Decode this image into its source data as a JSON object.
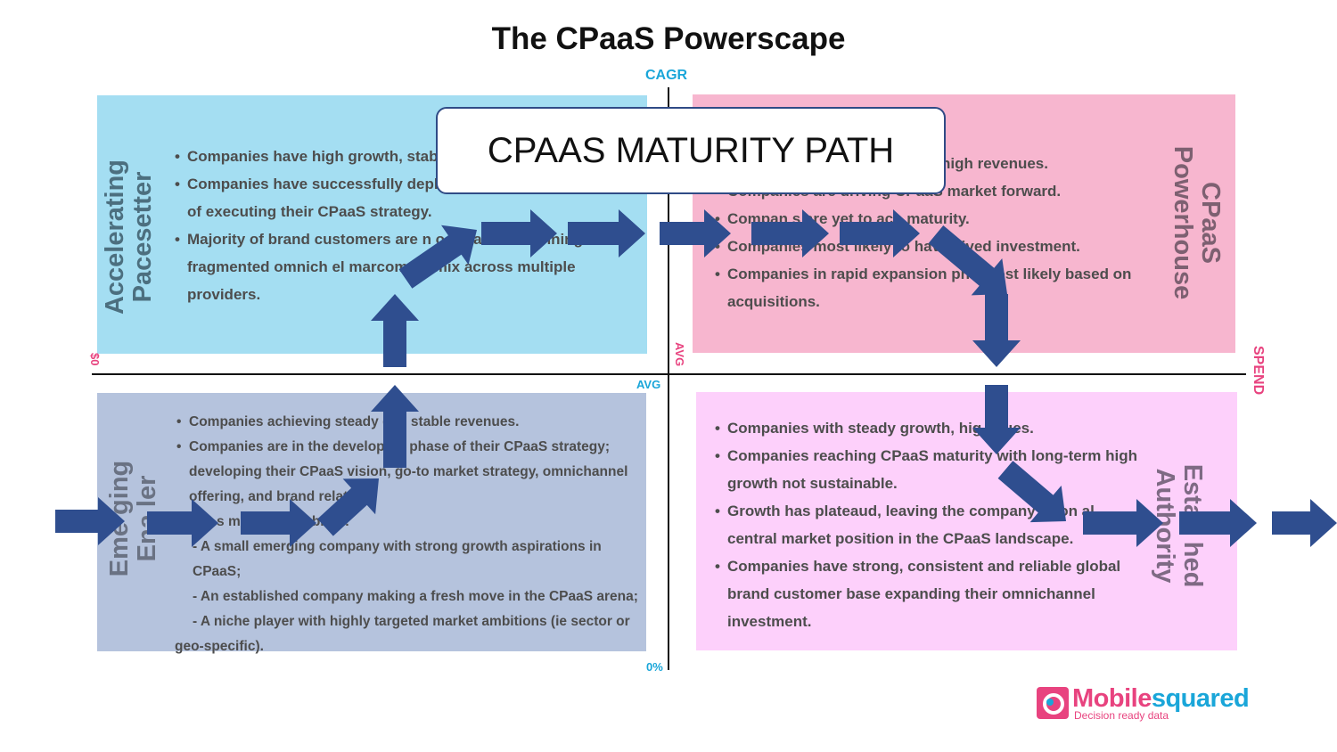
{
  "title": "The CPaaS Powerscape",
  "axes": {
    "top": "CAGR",
    "center_vertical": "AVG",
    "center_horizontal": "AVG",
    "bottom": "0%",
    "left": "$0",
    "right": "SPEND"
  },
  "banner": "CPAAS MATURITY PATH",
  "quadrants": {
    "top_left": {
      "name_line1": "Accelerating",
      "name_line2": "Pacesetter",
      "bullets": [
        "Companies have high growth, stab",
        "Companies have successfully depl platform, in the process of executing their CPaaS strategy.",
        "Majority of brand customers are n   o   O   aa   nd  st   running a fragmented omnich   el marcomms mix across multiple providers."
      ],
      "color": "#a4def2"
    },
    "top_right": {
      "name_line1": "CPaaS",
      "name_line2": "Powerhouse",
      "bullets": [
        "high revenues.",
        "Companies are driving CPaaS market forward.",
        "Compan   s are yet to   ach maturity.",
        "Companies most likely to hav   ceived investment.",
        "Companies in rapid expansion pha   most likely based on acquisitions."
      ],
      "color": "#f7b6cf"
    },
    "bottom_left": {
      "name_line1": "Eme   ging",
      "name_line2": "Ena   ler",
      "bullets": [
        "Companies achieving steady g   h, stable revenues.",
        "Companies are in the developm   t phase of their CPaaS strategy; developing their CPaaS vision, go-to market strategy, omnichannel offering, and brand relati   ps."
      ],
      "extra_line": "   e st        s      merging Enablers:",
      "sub_items": [
        "- A small emerging company with strong growth aspirations in CPaaS;",
        "- An established company making a fresh move in the CPaaS arena;",
        "- A niche player with highly targeted market ambitions (ie sector or"
      ],
      "tail": "geo-specific).",
      "color": "#b5c3dd"
    },
    "bottom_right": {
      "name_line1": "Estab   hed",
      "name_line2": "Authority",
      "bullets": [
        "Companies with steady growth, hig   enues.",
        "Companies reaching CPaaS maturity   with long-term high growth not sustainable.",
        "Growth has plateaud, leaving the company   stron   al central market position in the CPaaS landscape.",
        "Companies have strong, consistent and reliable global brand customer base expanding their omnichannel investment."
      ],
      "color": "#fdd0fb"
    }
  },
  "colors": {
    "arrow": "#2f4e8f",
    "axis_blue": "#1aa6d9",
    "axis_pink": "#e8437f",
    "axis_line": "#111111",
    "name_blue": "#4c6f7f",
    "name_pink": "#7d6071",
    "name_grey": "#6a7283",
    "name_purple": "#7e6a84",
    "logo_pink": "#e8437f",
    "logo_blue": "#1aa6d9"
  },
  "logo": {
    "brand_part1": "Mobile",
    "brand_part2": "squared",
    "tagline": "Decision ready data",
    "icon": "mobilesquared-logo-icon"
  }
}
